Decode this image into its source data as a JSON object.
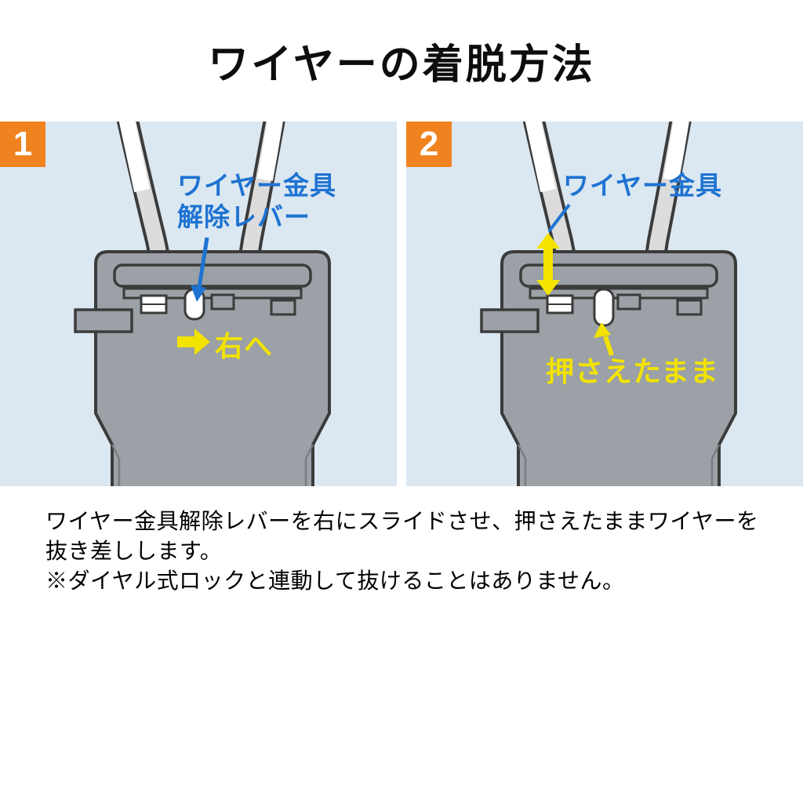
{
  "title": "ワイヤーの着脱方法",
  "steps": [
    {
      "number": "1",
      "label_line1": "ワイヤー金具",
      "label_line2": "解除レバー",
      "action_label": "右へ"
    },
    {
      "number": "2",
      "label_wire_fitting": "ワイヤー金具",
      "action_label": "押さえたまま"
    }
  ],
  "description": {
    "lines": [
      "ワイヤー金具解除レバーを右にスライドさせ、押さえたままワイヤーを",
      "抜き差しします。",
      "※ダイヤル式ロックと連動して抜けることはありません。"
    ]
  },
  "colors": {
    "panel_background": "#dbe7f1",
    "step_badge_orange": "#f0831f",
    "annotation_blue": "#1e73d2",
    "annotation_yellow": "#f2e300",
    "device_gray": "#9ba1a6",
    "device_outline": "#3b3b3b"
  }
}
